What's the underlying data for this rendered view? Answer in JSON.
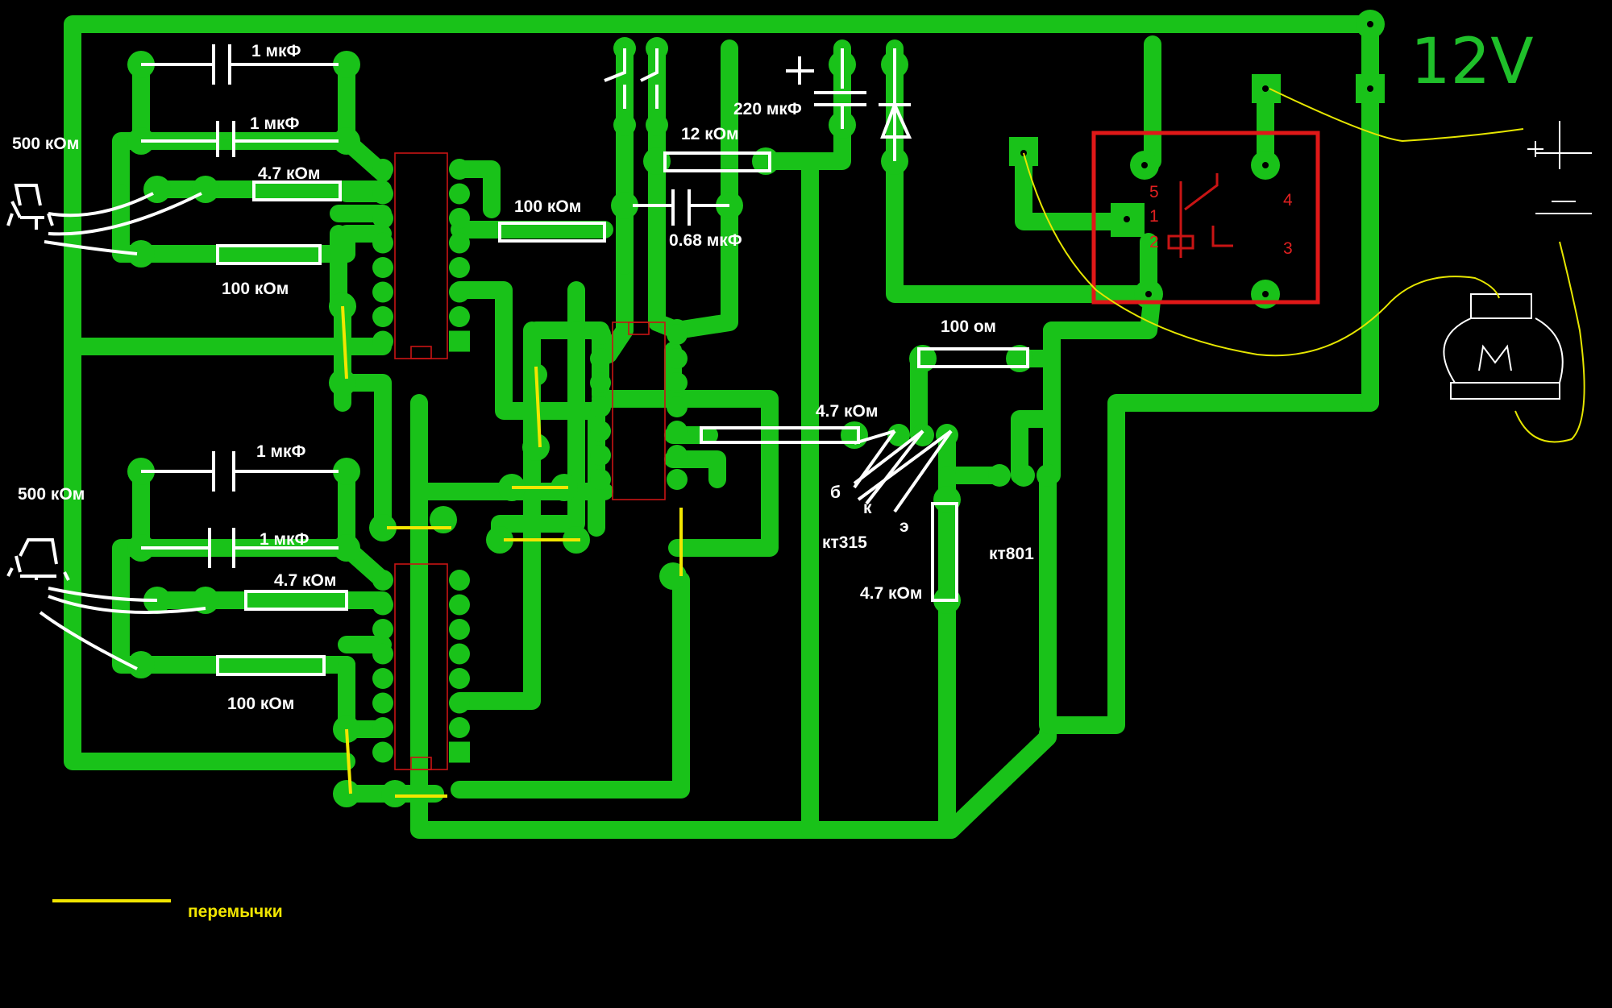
{
  "labels": {
    "cap_1a": "1 мкФ",
    "cap_1b": "1 мкФ",
    "pot_1": "500 кОм",
    "res_47_1": "4.7 кОм",
    "res_100_1": "100 кОм",
    "cap_2a": "1 мкФ",
    "cap_2b": "1 мкФ",
    "pot_2": "500 кОм",
    "res_47_2": "4.7 кОм",
    "res_100_2": "100 кОм",
    "res_100_mid": "100 кОм",
    "res_12k": "12 кОм",
    "cap_068": "0.68 мкФ",
    "cap_220": "220 мкФ",
    "res_100ohm": "100 ом",
    "res_47_base": "4.7 кОм",
    "res_47_emit": "4.7 кОм",
    "pin_b": "б",
    "pin_k": "к",
    "pin_e": "э",
    "trans_1": "кт315",
    "trans_2": "кт801",
    "voltage": "12V",
    "legend": "перемычки"
  },
  "relay_pins": [
    "5",
    "1",
    "2",
    "4",
    "3"
  ],
  "colors": {
    "background": "#000000",
    "trace": "#19c219",
    "jumper": "#f2e600",
    "relay_outline": "#e01818",
    "voltage_text": "#1fbf2a"
  },
  "icons": [
    "potentiometer-icon",
    "motor-icon",
    "battery-icon",
    "diode-icon",
    "switch-icon"
  ]
}
